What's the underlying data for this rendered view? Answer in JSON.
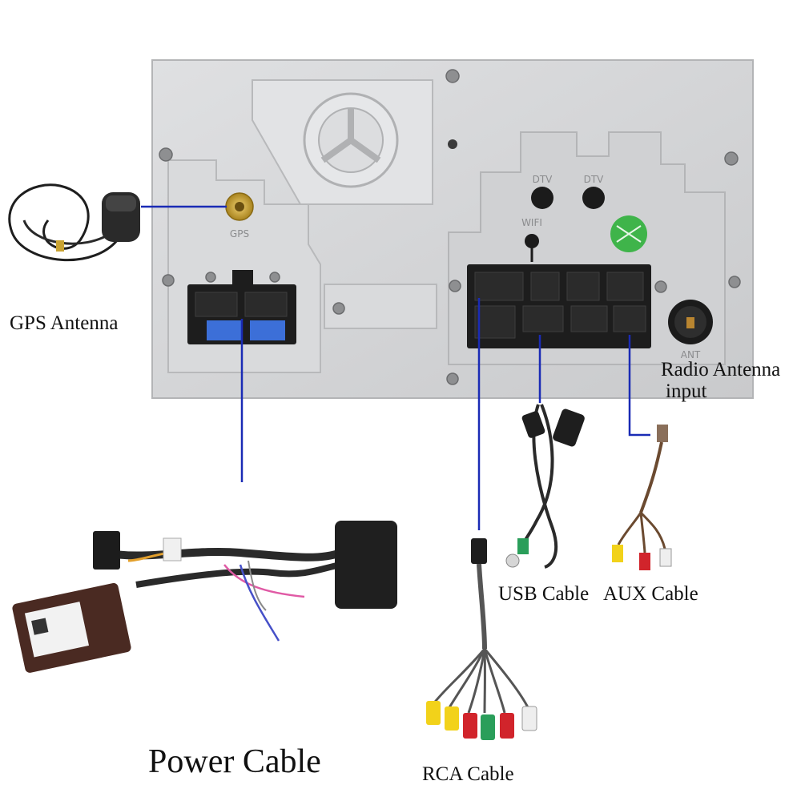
{
  "panel_text": {
    "gps": "GPS",
    "dtv1": "DTV",
    "dtv2": "DTV",
    "wifi": "WIFI",
    "ant": "ANT"
  },
  "labels": {
    "gps_antenna": "GPS Antenna",
    "radio_antenna_line1": "Radio Antenna",
    "radio_antenna_line2": "input",
    "usb_cable": "USB Cable",
    "aux_cable": "AUX Cable",
    "power_cable": "Power Cable",
    "rca_cable": "RCA Cable"
  },
  "colors": {
    "panel": "#d4d5d7",
    "connector_line": "#1a2bb5",
    "connector_body": "#1d1d1d",
    "fuse_blue": "#3c6fd8",
    "gps_gold": "#c9a332",
    "rca_yellow": "#f2d21a",
    "rca_red": "#d1242b",
    "rca_green": "#2a9e5a",
    "rca_white": "#eeeeee"
  },
  "icons": [
    "gps-antenna-icon",
    "power-harness-icon",
    "rca-harness-icon",
    "usb-harness-icon",
    "aux-harness-icon",
    "green-sticker-icon"
  ]
}
